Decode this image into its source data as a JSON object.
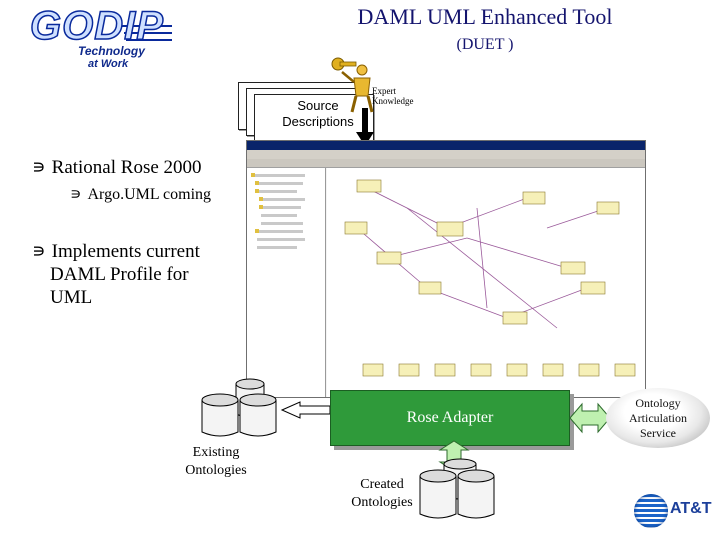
{
  "header": {
    "title": "DAML UML Enhanced Tool",
    "subtitle": "(DUET )"
  },
  "logo": {
    "word": "GODIP",
    "tagline_1": "Technology",
    "tagline_2": "at Work"
  },
  "inputs": {
    "source_label_1": "Source",
    "source_label_2": "Descriptions",
    "expert_label_1": "Expert",
    "expert_label_2": "Knowledge"
  },
  "bullets": {
    "marker": "∍",
    "item_1": "Rational Rose 2000",
    "item_1_sub": "Argo.UML coming",
    "item_2_line_1": "Implements current",
    "item_2_line_2": "DAML Profile for",
    "item_2_line_3": "UML"
  },
  "components": {
    "adapter": "Rose Adapter",
    "service_line_1": "Ontology",
    "service_line_2": "Articulation",
    "service_line_3": "Service",
    "existing_line_1": "Existing",
    "existing_line_2": "Ontologies",
    "created_line_1": "Created",
    "created_line_2": "Ontologies"
  },
  "footer": {
    "brand": "AT&T"
  },
  "colors": {
    "title": "#14146e",
    "adapter_fill": "#2f9a3a",
    "arrow_fill": "#bff0b0",
    "logo_blue": "#0a2a9c"
  }
}
